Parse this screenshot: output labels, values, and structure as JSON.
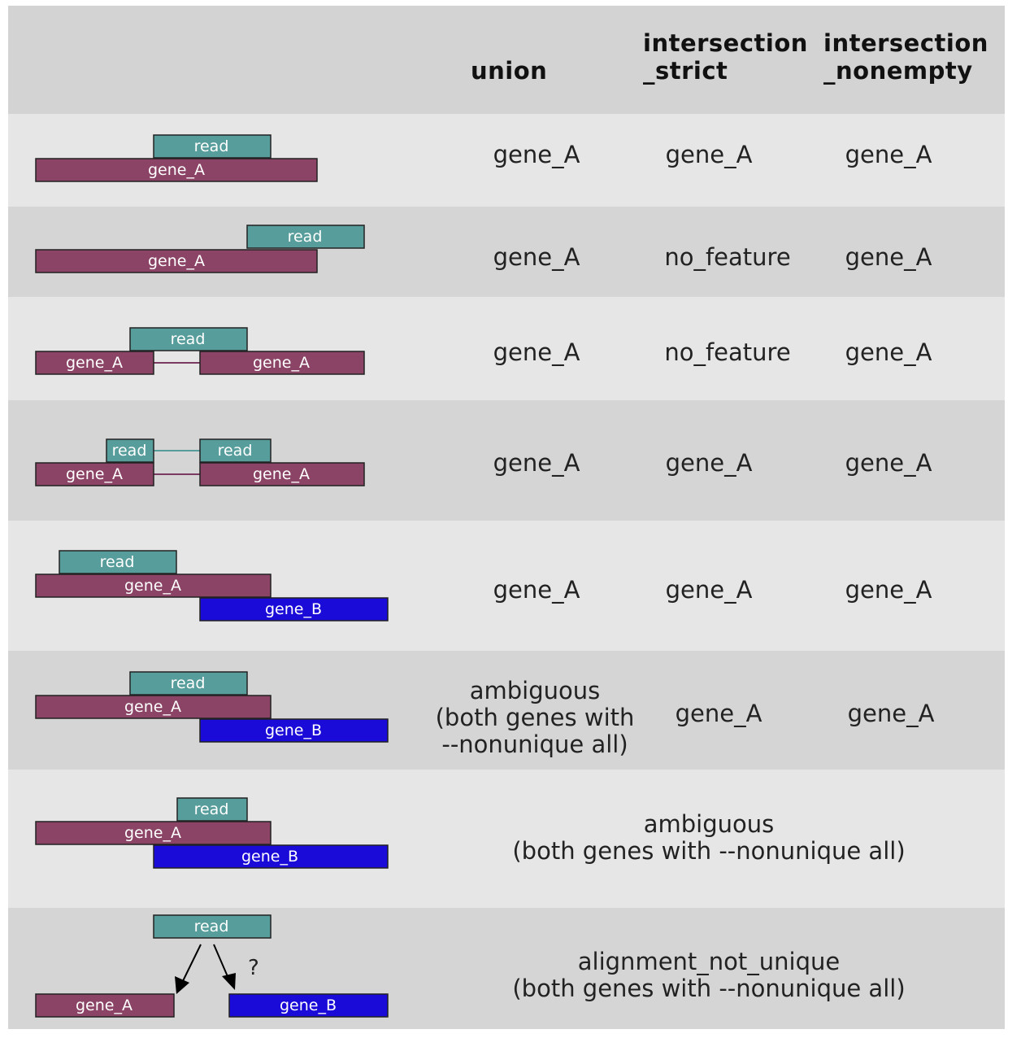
{
  "header": {
    "col_union": "union",
    "col_strict": "intersection\n_strict",
    "col_nonempty": "intersection\n_nonempty"
  },
  "colors": {
    "header_bg": "#d3d3d3",
    "row_light": "#e6e6e6",
    "row_dark": "#d5d5d5",
    "read": "#579d9b",
    "gene_a": "#8b4466",
    "gene_b": "#1a0bd8"
  },
  "labels": {
    "read": "read",
    "gene_a": "gene_A",
    "gene_b": "gene_B",
    "question": "?"
  },
  "rows": [
    {
      "union": "gene_A",
      "strict": "gene_A",
      "nonempty": "gene_A"
    },
    {
      "union": "gene_A",
      "strict": "no_feature",
      "nonempty": "gene_A"
    },
    {
      "union": "gene_A",
      "strict": "no_feature",
      "nonempty": "gene_A"
    },
    {
      "union": "gene_A",
      "strict": "gene_A",
      "nonempty": "gene_A"
    },
    {
      "union": "gene_A",
      "strict": "gene_A",
      "nonempty": "gene_A"
    },
    {
      "union": "ambiguous\n(both genes with\n--nonunique all)",
      "strict": "gene_A",
      "nonempty": "gene_A"
    },
    {
      "span": "ambiguous\n(both genes with --nonunique all)"
    },
    {
      "span": "alignment_not_unique\n(both genes with --nonunique all)"
    }
  ]
}
